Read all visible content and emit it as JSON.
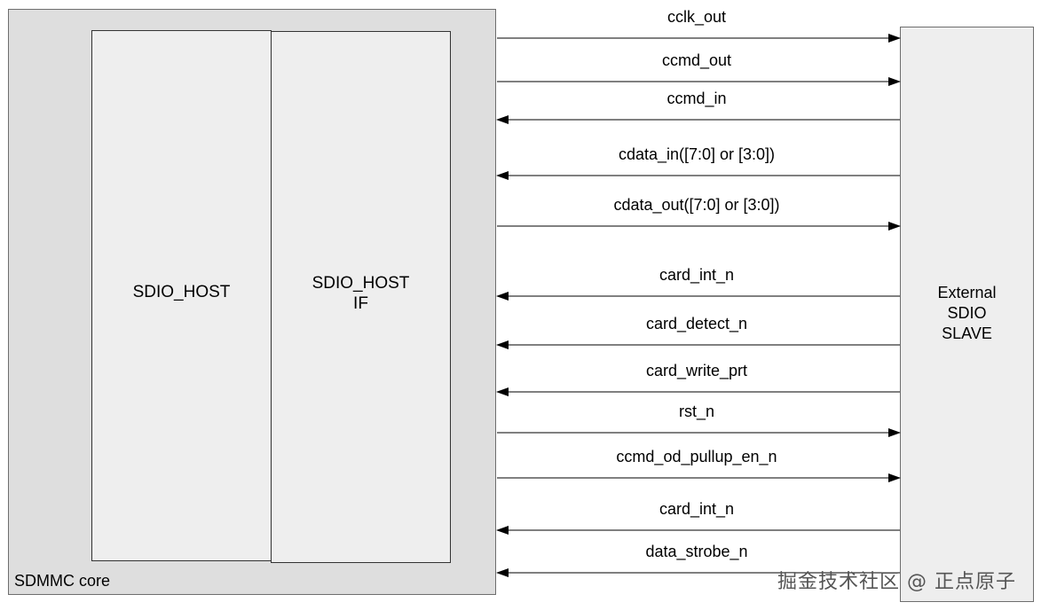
{
  "core": {
    "label": "SDMMC core"
  },
  "host": {
    "line1": "SDIO_HOST"
  },
  "host_if": {
    "line1": "SDIO_HOST",
    "line2": "IF"
  },
  "slave": {
    "line1": "External",
    "line2": "SDIO",
    "line3": "SLAVE"
  },
  "signals": [
    {
      "label": "cclk_out",
      "direction": "out"
    },
    {
      "label": "ccmd_out",
      "direction": "out"
    },
    {
      "label": "ccmd_in",
      "direction": "in"
    },
    {
      "label": "cdata_in([7:0] or [3:0])",
      "direction": "in"
    },
    {
      "label": "cdata_out([7:0] or [3:0])",
      "direction": "out"
    },
    {
      "label": "card_int_n",
      "direction": "in"
    },
    {
      "label": "card_detect_n",
      "direction": "in"
    },
    {
      "label": "card_write_prt",
      "direction": "in"
    },
    {
      "label": "rst_n",
      "direction": "out"
    },
    {
      "label": "ccmd_od_pullup_en_n",
      "direction": "out"
    },
    {
      "label": "card_int_n",
      "direction": "in"
    },
    {
      "label": "data_strobe_n",
      "direction": "in"
    }
  ],
  "watermark": "掘金技术社区 @ 正点原子"
}
